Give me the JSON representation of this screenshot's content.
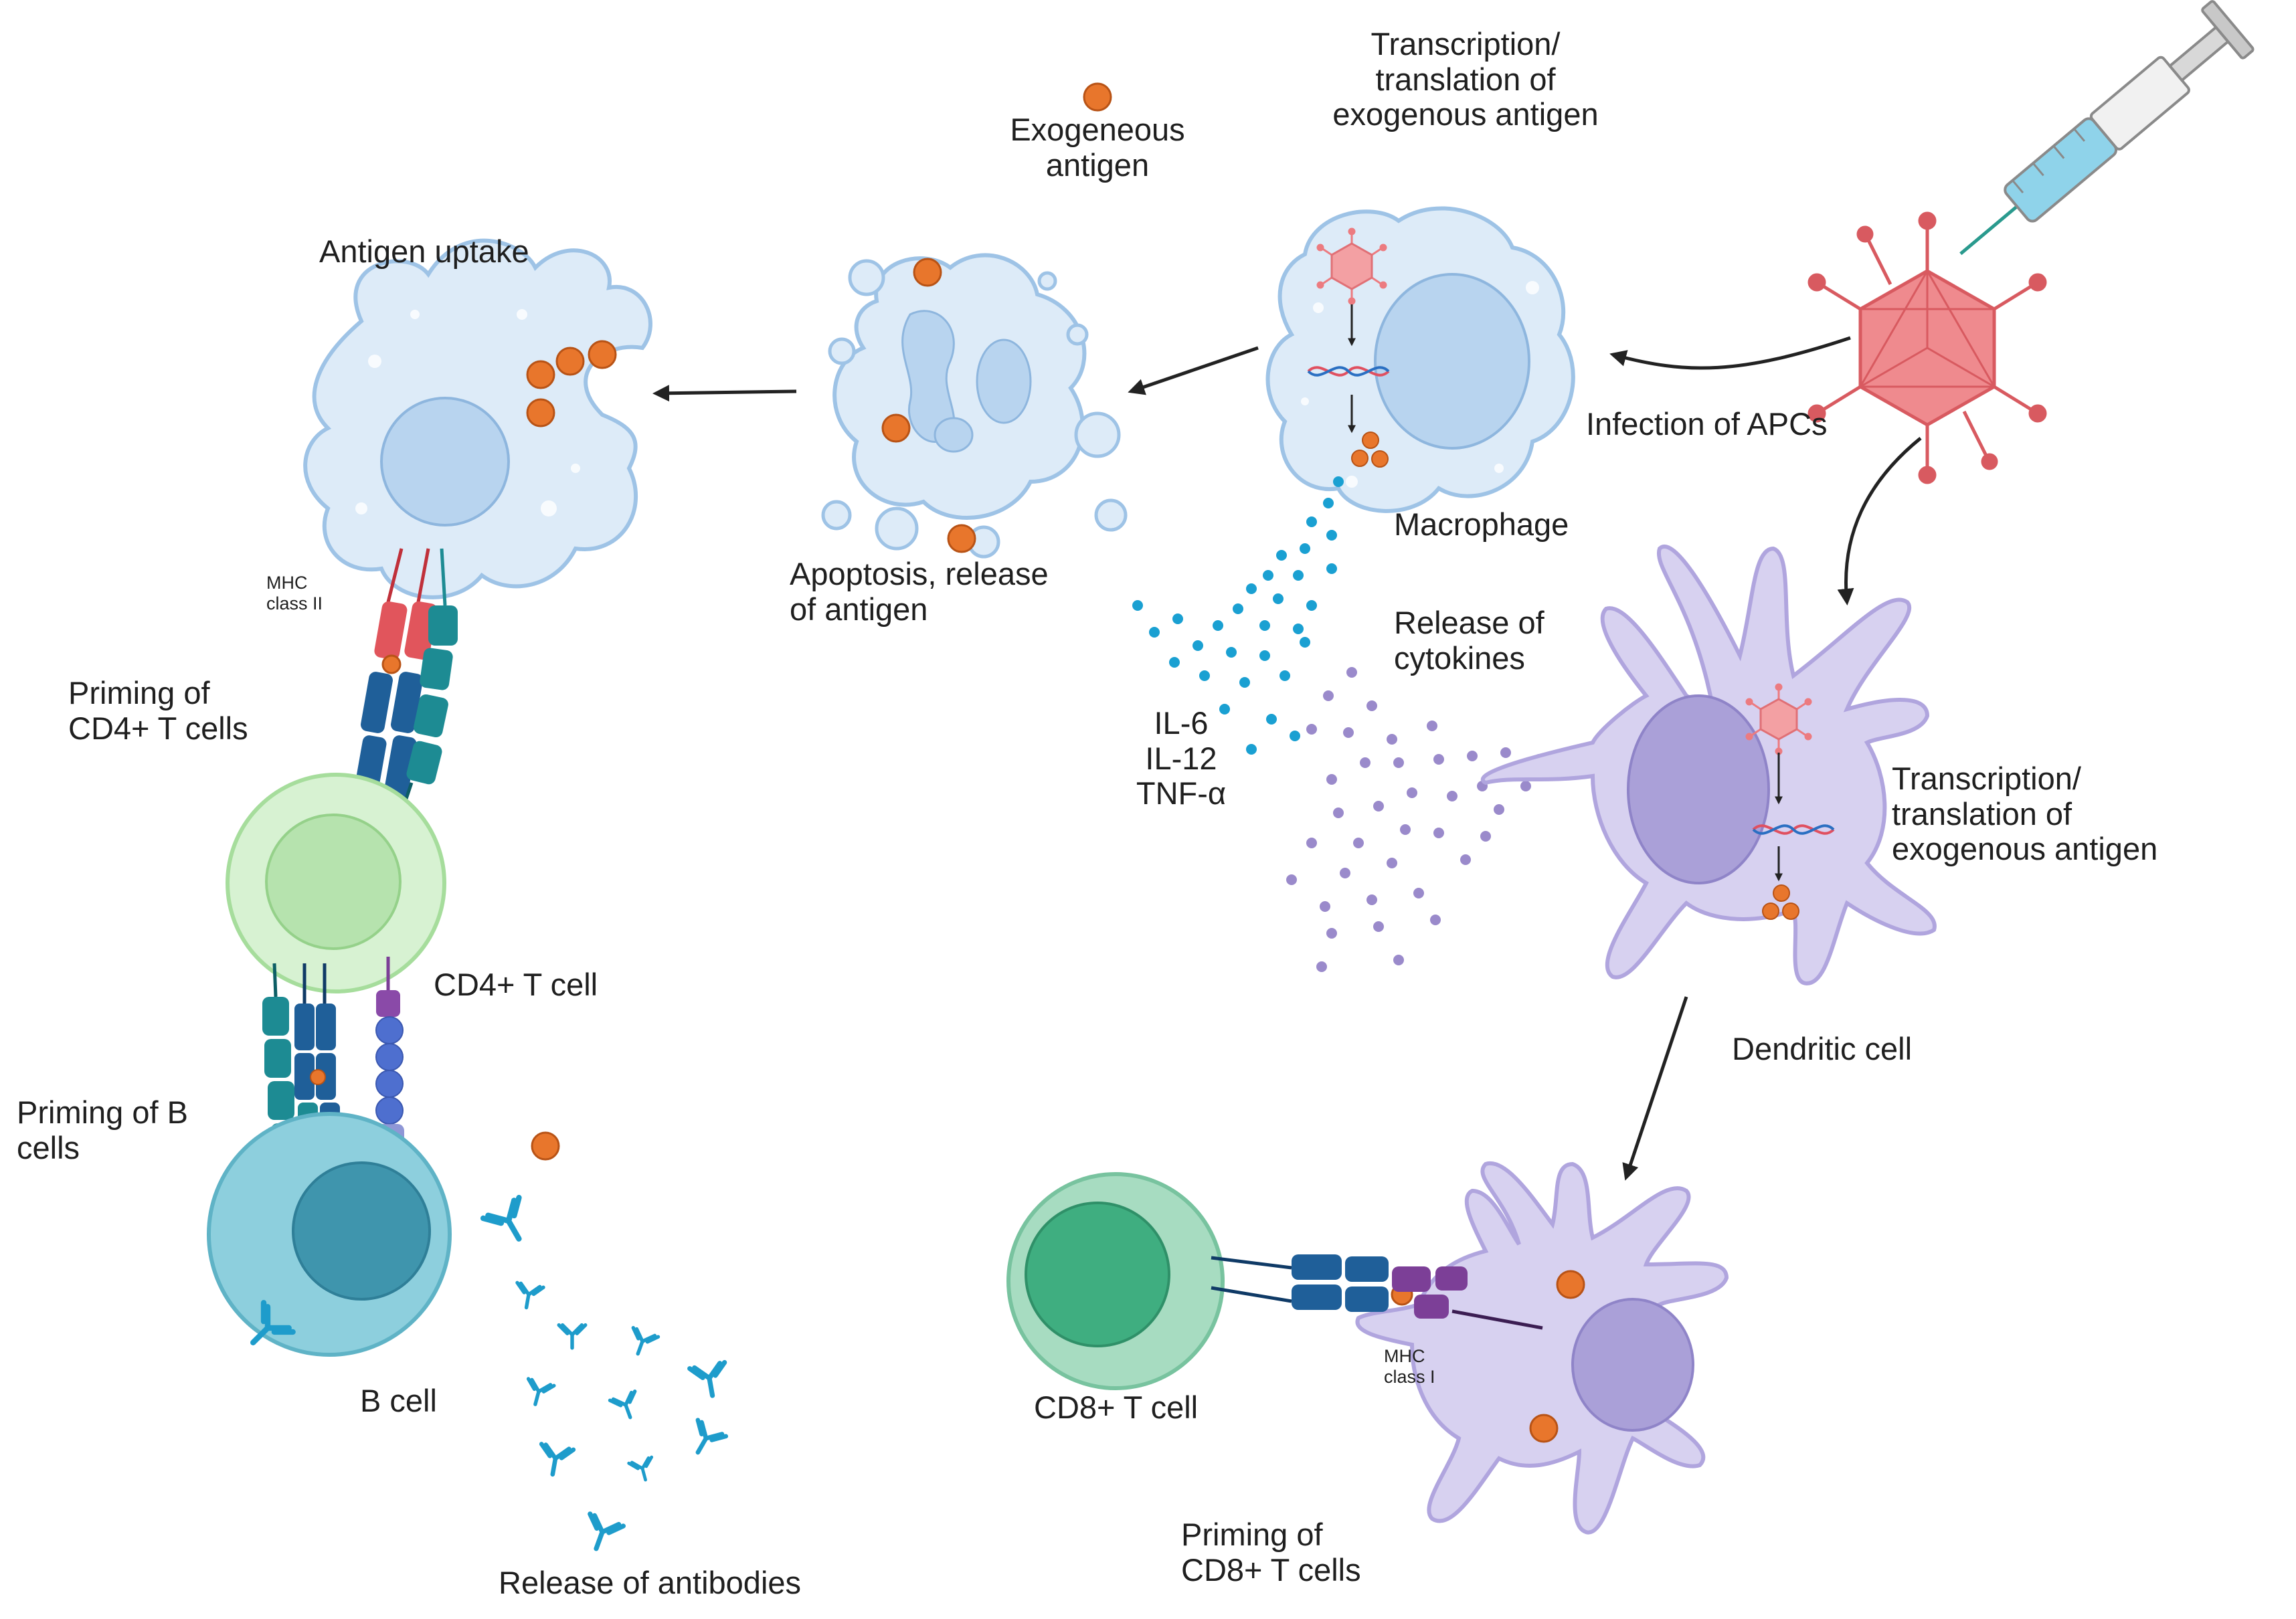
{
  "labels": {
    "exogeneous_antigen": [
      "Exogeneous",
      "antigen"
    ],
    "transcription_top": [
      "Transcription/",
      "translation of",
      "exogenous antigen"
    ],
    "antigen_uptake": "Antigen uptake",
    "infection_of_apcs": "Infection of APCs",
    "macrophage": "Macrophage",
    "apoptosis": [
      "Apoptosis, release",
      "of antigen"
    ],
    "mhc_class_ii": [
      "MHC",
      "class II"
    ],
    "release_of_cytokines": [
      "Release of",
      "cytokines"
    ],
    "priming_cd4": [
      "Priming of",
      "CD4+ T cells"
    ],
    "cytokines_list": [
      "IL-6",
      "IL-12",
      "TNF-α"
    ],
    "transcription_right": [
      "Transcription/",
      "translation of",
      "exogenous antigen"
    ],
    "cd4_t_cell": "CD4+ T cell",
    "priming_b": [
      "Priming of B",
      "cells"
    ],
    "dendritic_cell": "Dendritic cell",
    "b_cell": "B cell",
    "cd8_t_cell": "CD8+ T cell",
    "mhc_class_i": [
      "MHC",
      "class I"
    ],
    "release_of_antibodies": "Release of antibodies",
    "priming_cd8": [
      "Priming of",
      "CD8+ T cells"
    ]
  },
  "colors": {
    "antigen": "#e8762c",
    "macrophage_fill": "#ddebf8",
    "macrophage_stroke": "#9ec3e6",
    "nucleus_blue": "#b8d4ef",
    "virus": "#ec7b80",
    "dendritic_fill": "#d7d1f0",
    "dendritic_nucleus": "#aaa0d8",
    "cd4_green": "#cdeec8",
    "b_cell": "#7cc6d6",
    "cd8_green": "#3fae80",
    "cytokine_blue": "#1aa0d2",
    "cytokine_purple": "#9a8acb",
    "antibody": "#1e9ccb",
    "receptor_teal": "#1d8b93",
    "receptor_blue": "#1f5f99",
    "mhc_red": "#e1555c",
    "mhc_purple": "#7c3f97"
  }
}
